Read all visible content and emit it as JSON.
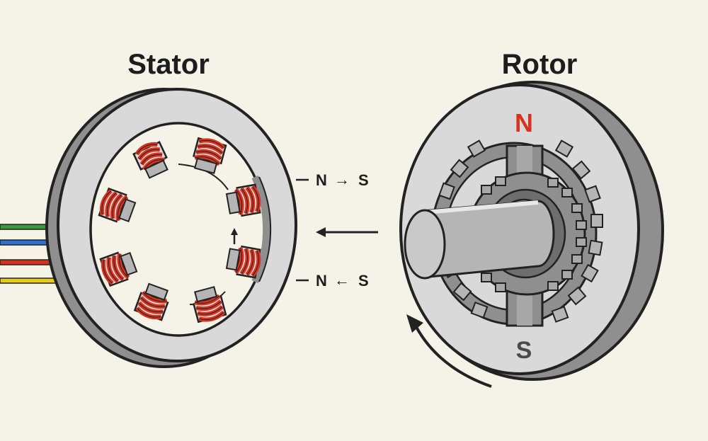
{
  "titles": {
    "stator": "Stator",
    "rotor": "Rotor"
  },
  "pole_labels": {
    "top": {
      "left": "N",
      "arrow": "→",
      "right": "S"
    },
    "bottom": {
      "left": "N",
      "arrow": "←",
      "right": "S"
    }
  },
  "rotor_poles": {
    "north": "N",
    "south": "S"
  },
  "colors": {
    "background": "#f5f2e8",
    "north": "#d8321f",
    "south": "#4a4a4a",
    "coil": "#d8321f",
    "metal": "#d9d9d9",
    "metal_dark": "#8f8f8f",
    "wire_green": "#3a9a3a",
    "wire_blue": "#2f6fd0",
    "wire_red": "#d8321f",
    "wire_yellow": "#e8c81a"
  },
  "icons": [
    "stator-ring",
    "stator-coil",
    "rotor-gear",
    "rotor-shaft",
    "rotation-arrow",
    "flux-arrow",
    "lead-wire"
  ]
}
